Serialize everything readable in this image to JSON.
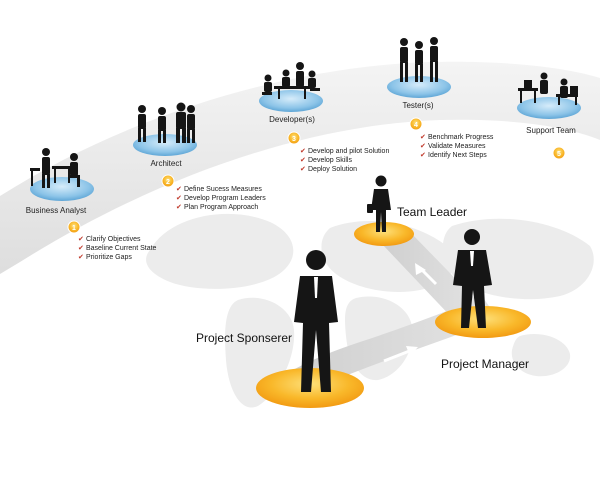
{
  "colors": {
    "accent": "#f7a21a",
    "accent_light": "#fcd26a",
    "platform_blue": "#8cc4e8",
    "arc": "#e3e3e3",
    "silhouette": "#151515",
    "check": "#c0392b",
    "map": "#e7e7e7"
  },
  "roles": {
    "business_analyst": "Business Analyst",
    "architect": "Architect",
    "developers": "Developer(s)",
    "testers": "Tester(s)",
    "support_team": "Support Team"
  },
  "steps": [
    {
      "number": "1",
      "items": [
        "Clarify Objectives",
        "Baseline Current State",
        "Prioritize Gaps"
      ]
    },
    {
      "number": "2",
      "items": [
        "Define Sucess Measures",
        "Develop Program Leaders",
        "Plan Program Approach"
      ]
    },
    {
      "number": "3",
      "items": [
        "Develop and pilot Solution",
        "Develop Skills",
        "Deploy Solution"
      ]
    },
    {
      "number": "4",
      "items": [
        "Benchmark Progress",
        "Validate Measures",
        "Identify Next Steps"
      ]
    },
    {
      "number": "5",
      "items": []
    }
  ],
  "leaders": {
    "team_leader": "Team Leader",
    "project_manager": "Project Manager",
    "project_sponsor": "Project Sponserer"
  },
  "icons": {
    "check": "check-icon",
    "arrow": "arrow-right-icon"
  }
}
